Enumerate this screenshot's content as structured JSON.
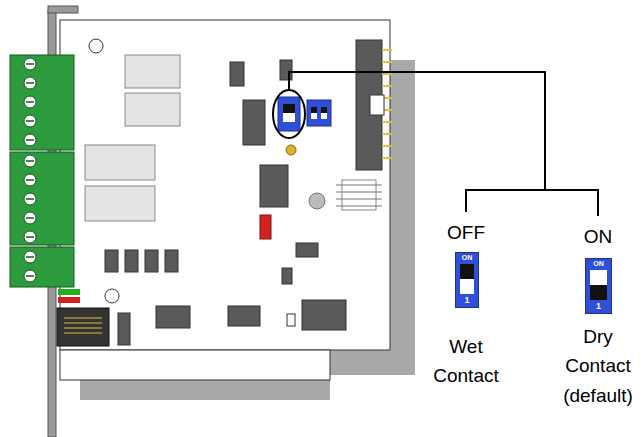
{
  "diagram": {
    "nodes": [
      {
        "text": [
          "ON",
          "1"
        ]
      },
      {
        "text": [
          "ON",
          "1"
        ]
      }
    ],
    "labels": [
      "OFF",
      "ON",
      "Wet Contact",
      "Dry Contact (default)"
    ]
  }
}
